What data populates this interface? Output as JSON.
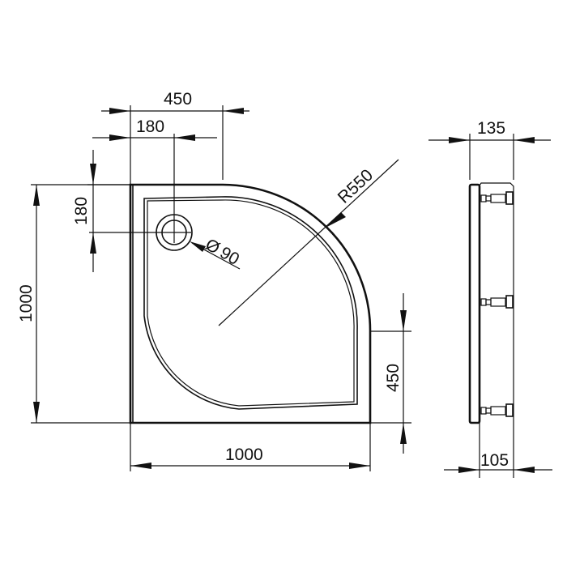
{
  "drawing": {
    "title": "Quarter-circle shower tray dimension drawing",
    "units": "mm",
    "colors": {
      "line": "#111111",
      "background": "#ffffff"
    }
  },
  "plan_view": {
    "dimensions": {
      "top_width_450": "450",
      "drain_offset_x_180": "180",
      "drain_offset_y_180": "180",
      "overall_height_1000": "1000",
      "overall_width_1000": "1000",
      "radius_label": "R550",
      "drain_diameter_symbol": "Ø",
      "drain_diameter_value": "90",
      "right_straight_450": "450"
    }
  },
  "side_view": {
    "dimensions": {
      "total_depth_135": "135",
      "frame_depth_105": "105"
    },
    "adjustable_legs": 3
  }
}
